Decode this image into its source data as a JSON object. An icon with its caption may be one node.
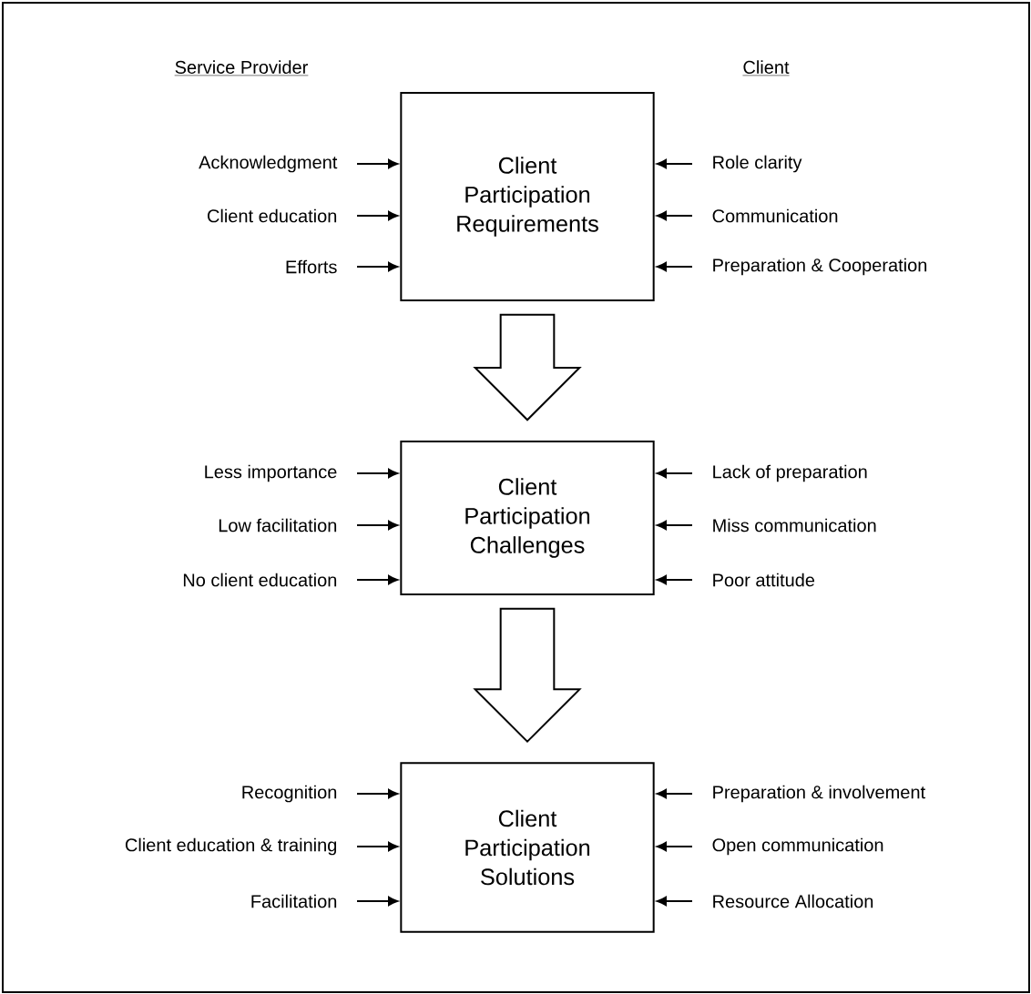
{
  "diagram": {
    "nodes": [
      {
        "text": [
          "Client Participation Requirements"
        ]
      },
      {
        "text": [
          "Acknowledgment"
        ]
      },
      {
        "text": [
          "Client education"
        ]
      },
      {
        "text": [
          "Efforts"
        ]
      },
      {
        "text": [
          "Role clarity"
        ]
      },
      {
        "text": [
          "Communication"
        ]
      },
      {
        "text": [
          "Preparation & Cooperation"
        ]
      },
      {
        "text": [
          "Client Participation Challenges"
        ]
      },
      {
        "text": [
          "Less importance"
        ]
      },
      {
        "text": [
          "Low facilitation"
        ]
      },
      {
        "text": [
          "No client education"
        ]
      },
      {
        "text": [
          "Lack of preparation"
        ]
      },
      {
        "text": [
          "Miss communication"
        ]
      },
      {
        "text": [
          "Poor attitude"
        ]
      },
      {
        "text": [
          "Client Participation Solutions"
        ]
      },
      {
        "text": [
          "Recognition"
        ]
      },
      {
        "text": [
          "Client education & training"
        ]
      },
      {
        "text": [
          "Facilitation"
        ]
      },
      {
        "text": [
          "Preparation & involvement"
        ]
      },
      {
        "text": [
          "Open communication"
        ]
      },
      {
        "text": [
          "Resource Allocation"
        ]
      }
    ],
    "edges": [
      {
        "from": 1,
        "to": 0,
        "arrow": "to"
      },
      {
        "from": 2,
        "to": 0,
        "arrow": "to"
      },
      {
        "from": 3,
        "to": 0,
        "arrow": "to"
      },
      {
        "from": 4,
        "to": 0,
        "arrow": "to"
      },
      {
        "from": 5,
        "to": 0,
        "arrow": "to"
      },
      {
        "from": 6,
        "to": 0,
        "arrow": "to"
      },
      {
        "from": 0,
        "to": 7,
        "arrow": "to",
        "style": "thick"
      },
      {
        "from": 8,
        "to": 7,
        "arrow": "to"
      },
      {
        "from": 9,
        "to": 7,
        "arrow": "to"
      },
      {
        "from": 10,
        "to": 7,
        "arrow": "to"
      },
      {
        "from": 11,
        "to": 7,
        "arrow": "to"
      },
      {
        "from": 12,
        "to": 7,
        "arrow": "to"
      },
      {
        "from": 13,
        "to": 7,
        "arrow": "to"
      },
      {
        "from": 7,
        "to": 14,
        "arrow": "to",
        "style": "thick"
      },
      {
        "from": 15,
        "to": 14,
        "arrow": "to"
      },
      {
        "from": 16,
        "to": 14,
        "arrow": "to"
      },
      {
        "from": 17,
        "to": 14,
        "arrow": "to"
      },
      {
        "from": 18,
        "to": 14,
        "arrow": "to"
      },
      {
        "from": 19,
        "to": 14,
        "arrow": "to"
      },
      {
        "from": 20,
        "to": 14,
        "arrow": "to"
      }
    ],
    "labels": [
      "Service Provider",
      "Client"
    ]
  }
}
